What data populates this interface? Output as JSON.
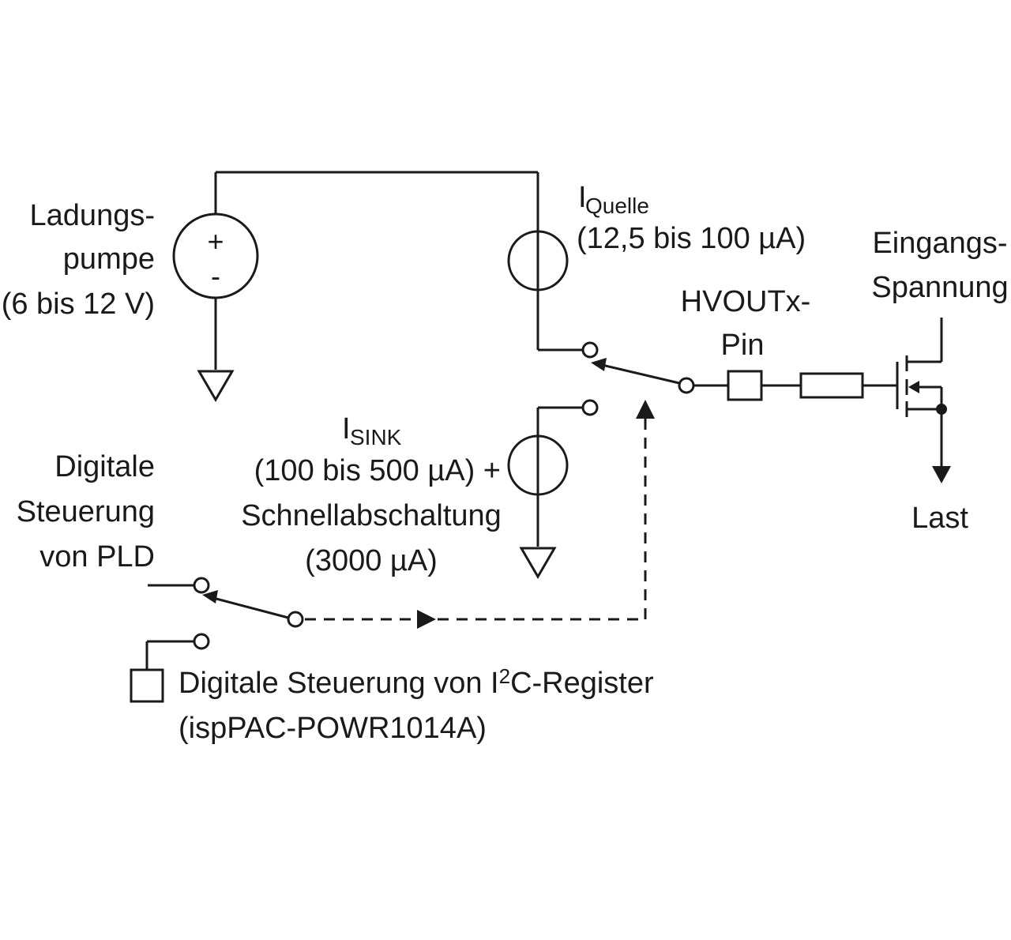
{
  "charge_pump": {
    "line1": "Ladungs-",
    "line2": "pumpe",
    "line3": "(6 bis 12 V)",
    "plus": "+",
    "minus": "-"
  },
  "source_current": {
    "symbol": "I",
    "subscript": "Quelle",
    "range": "(12,5 bis 100 µA)"
  },
  "sink_current": {
    "symbol": "I",
    "subscript": "SINK",
    "line1": "(100 bis 500 µA) +",
    "line2": "Schnellabschaltung",
    "line3": "(3000 µA)"
  },
  "hvout_pin": {
    "line1": "HVOUTx-",
    "line2": "Pin"
  },
  "input_voltage": {
    "line1": "Eingangs-",
    "line2": "Spannung"
  },
  "load": {
    "label": "Last"
  },
  "pld_control": {
    "line1": "Digitale",
    "line2": "Steuerung",
    "line3": "von PLD"
  },
  "i2c_control": {
    "line1_pre": "Digitale Steuerung von I",
    "line1_sup": "2",
    "line1_post": "C-Register",
    "line2": "(ispPAC-POWR1014A)"
  }
}
